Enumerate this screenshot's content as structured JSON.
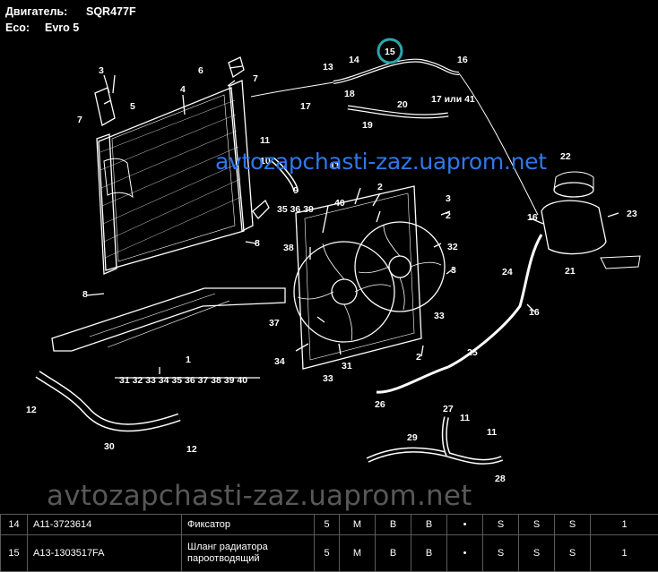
{
  "header": {
    "engine_label": "Двигатель:",
    "engine_value": "SQR477F",
    "eco_label": "Eco:",
    "eco_value": "Evro 5"
  },
  "watermarks": {
    "primary": "avtozapchasti-zaz.uaprom.net",
    "secondary": "avtozapchasti-zaz.uaprom.net"
  },
  "diagram": {
    "callouts": {
      "c1": "1",
      "c2": "2",
      "c3": "3",
      "c4": "4",
      "c5": "5",
      "c6": "6",
      "c7": "7",
      "c8": "8",
      "c9": "9",
      "c10": "10",
      "c11": "11",
      "c12": "12",
      "c13": "13",
      "c14": "14",
      "c15": "15",
      "c16": "16",
      "c17": "17",
      "c18": "18",
      "c19": "19",
      "c20": "20",
      "c17or41": "17 или 41",
      "c21": "21",
      "c22": "22",
      "c23": "23",
      "c24": "24",
      "c25": "25",
      "c26": "26",
      "c27": "27",
      "c28": "28",
      "c29": "29",
      "c30": "30",
      "c31": "31",
      "c32": "32",
      "c33": "33",
      "c34": "34",
      "c37": "37",
      "c38": "38",
      "c40": "40",
      "c353639": "35 36 39",
      "c1series": "31 32 33 34 35 36 37 38 39 40"
    },
    "highlight_color": "#2aa6ad",
    "watermark_color": "#2f78ea"
  },
  "parts_table": {
    "rows": [
      {
        "no": "14",
        "code": "A11-3723614",
        "name": "Фиксатор",
        "qty": "5",
        "c1": "M",
        "c2": "B",
        "c3": "B",
        "c4": "•",
        "c5": "S",
        "c6": "S",
        "c7": "S",
        "c8": "1"
      },
      {
        "no": "15",
        "code": "A13-1303517FA",
        "name": "Шланг радиатора пароотводящий",
        "qty": "5",
        "c1": "M",
        "c2": "B",
        "c3": "B",
        "c4": "•",
        "c5": "S",
        "c6": "S",
        "c7": "S",
        "c8": "1"
      }
    ]
  }
}
